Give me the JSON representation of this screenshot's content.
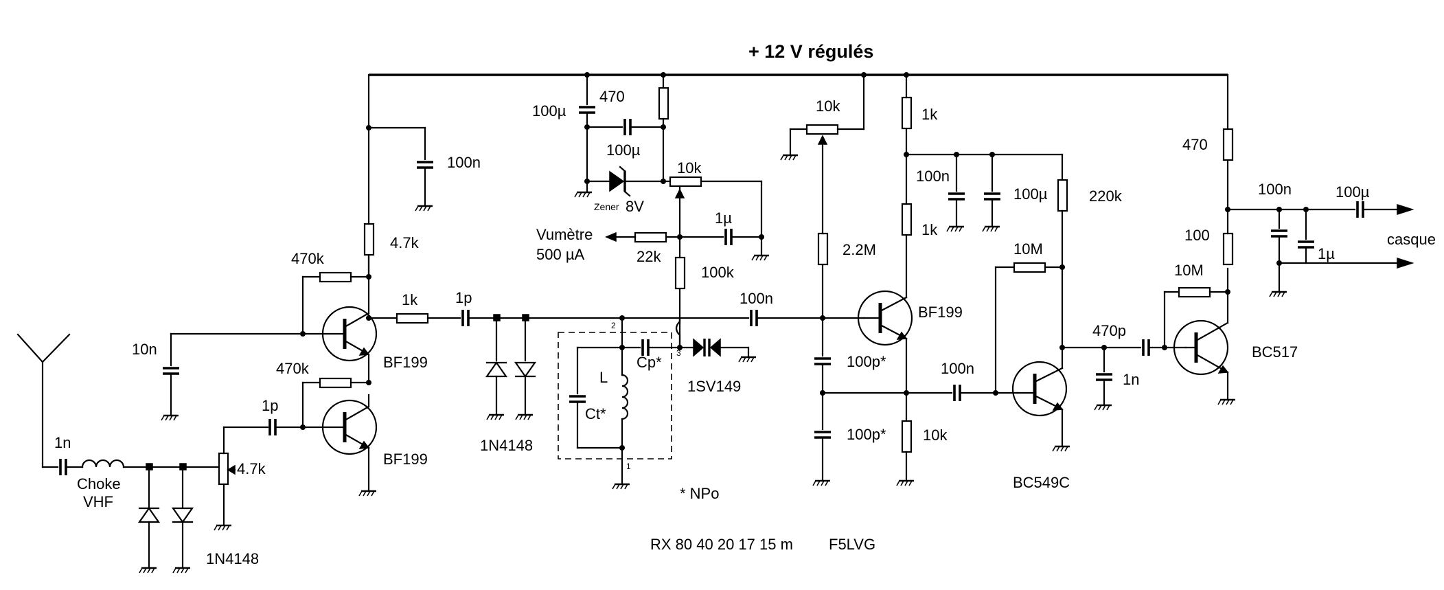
{
  "title": "+ 12 V régulés",
  "caption": "RX 80 40 20 17 15 m",
  "author": "F5LVG",
  "note": "* NPo",
  "labels": {
    "c_100u_a": "100µ",
    "r_470_a": "470",
    "c_100u_b": "100µ",
    "zener_word": "Zener",
    "zener_value": "8V",
    "pot_10k_a": "10k",
    "meter_line1": "Vumètre",
    "meter_line2": "500 µA",
    "r_22k": "22k",
    "c_1u_a": "1µ",
    "r_100k": "100k",
    "c_100n_a": "100n",
    "r_4k7_a": "4.7k",
    "r_470k_a": "470k",
    "c_10n": "10n",
    "t_bf199_a": "BF199",
    "r_1k_a": "1k",
    "c_1p_a": "1p",
    "r_470k_b": "470k",
    "c_1p_b": "1p",
    "t_bf199_b": "BF199",
    "c_1n_a": "1n",
    "choke_line1": "Choke",
    "choke_line2": "VHF",
    "pot_4k7": "4.7k",
    "d_1n4148_a": "1N4148",
    "d_1n4148_b": "1N4148",
    "pin_2": "2",
    "pin_3": "3",
    "pin_1": "1",
    "coil_L": "L",
    "cap_ct": "Ct*",
    "cap_cp": "Cp*",
    "varicap": "1SV149",
    "c_100n_b": "100n",
    "pot_10k_b": "10k",
    "r_2m2": "2.2M",
    "r_1k_b": "1k",
    "c_100n_c": "100n",
    "c_100u_c": "100µ",
    "r_1k_c": "1k",
    "r_220k": "220k",
    "t_bf199_c": "BF199",
    "c_100p_a": "100p*",
    "c_100n_d": "100n",
    "c_100p_b": "100p*",
    "r_10k": "10k",
    "r_10m_a": "10M",
    "t_bc549c": "BC549C",
    "c_470p": "470p",
    "c_1n_b": "1n",
    "r_470_b": "470",
    "c_100n_e": "100n",
    "c_100u_d": "100µ",
    "r_100": "100",
    "c_1u_b": "1µ",
    "r_10m_b": "10M",
    "t_bc517": "BC517",
    "out_casque": "casque"
  }
}
